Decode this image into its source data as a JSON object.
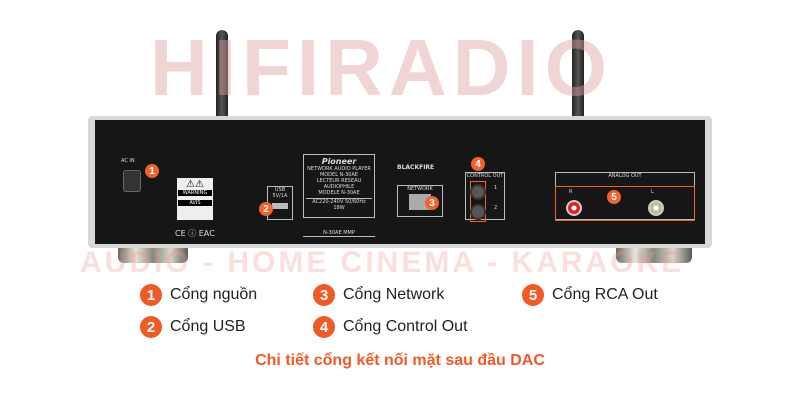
{
  "watermark": {
    "main": "HIFIRADIO",
    "tagline": "AUDIO - HOME CINEMA - KARAOKE"
  },
  "device": {
    "brand": "Pioneer",
    "label_lines": [
      "NETWORK AUDIO PLAYER",
      "MODEL N-30AE",
      "LECTEUR RESEAU AUDIOPHILE",
      "MODELE N-30AE"
    ],
    "power_rating": "AC220-240V 50/60Hz 18W",
    "model_tag": "N-30AE MMP",
    "ports": {
      "ac_in": "AC IN",
      "usb": "USB",
      "usb_rating": "5V/1A",
      "network": "NETWORK",
      "control_out": "CONTROL OUT",
      "control_1": "1",
      "control_2": "2",
      "analog_out": "ANALOG OUT",
      "r": "R",
      "l": "L"
    },
    "warning": "WARNING",
    "avis": "AVIS",
    "blackfire": "BLACKFIRE",
    "certs": "CE ⓘ EAC"
  },
  "markers": [
    "1",
    "2",
    "3",
    "4",
    "5"
  ],
  "legend": [
    {
      "num": "1",
      "label": "Cổng nguồn"
    },
    {
      "num": "2",
      "label": "Cổng USB"
    },
    {
      "num": "3",
      "label": "Cổng Network"
    },
    {
      "num": "4",
      "label": "Cổng Control Out"
    },
    {
      "num": "5",
      "label": "Cổng RCA Out"
    }
  ],
  "caption": "Chi tiết cổng kết nối mặt sau đầu DAC",
  "colors": {
    "accent": "#ef5a27",
    "panel": "#161616"
  }
}
